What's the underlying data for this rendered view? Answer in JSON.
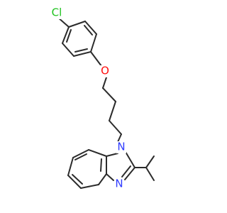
{
  "molecule": {
    "atoms": {
      "chlorine": {
        "symbol": "Cl",
        "color": "#1ec21e"
      },
      "oxygen": {
        "symbol": "O",
        "color": "#ff0d0d"
      },
      "nitrogen_1": {
        "symbol": "N",
        "color": "#2f3bff"
      },
      "nitrogen_2": {
        "symbol": "N",
        "color": "#2f3bff"
      }
    },
    "bond_color": "#2b2b2b"
  }
}
